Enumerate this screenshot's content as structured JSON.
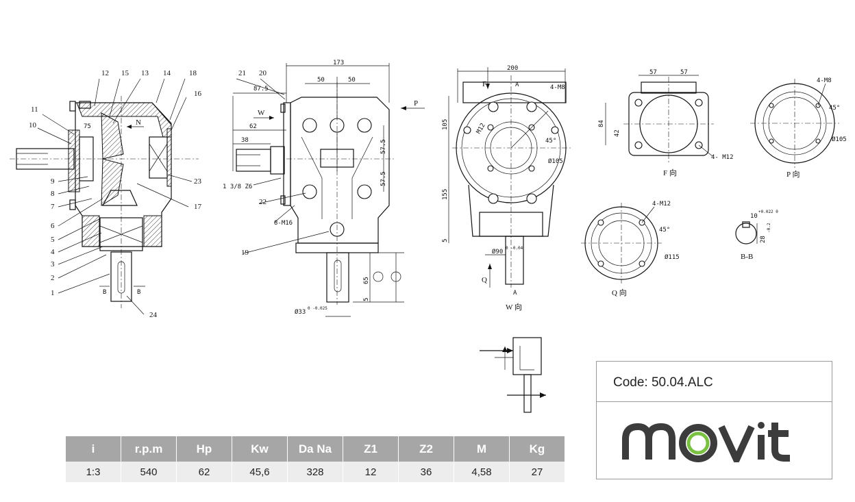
{
  "product_code": "Code: 50.04.ALC",
  "logo_text": "movit",
  "spec_table": {
    "headers": [
      "i",
      "r.p.m",
      "Hp",
      "Kw",
      "Da Na",
      "Z1",
      "Z2",
      "M",
      "Kg"
    ],
    "row": [
      "1:3",
      "540",
      "62",
      "45,6",
      "328",
      "12",
      "36",
      "4,58",
      "27"
    ]
  },
  "part_numbers": [
    "1",
    "2",
    "3",
    "4",
    "5",
    "6",
    "7",
    "8",
    "9",
    "10",
    "11",
    "12",
    "13",
    "14",
    "15",
    "16",
    "17",
    "18",
    "19",
    "20",
    "21",
    "22",
    "23",
    "24"
  ],
  "dimensions": {
    "d173": "173",
    "d50a": "50",
    "d50b": "50",
    "d87_5": "87.5",
    "d38": "38",
    "d62": "62",
    "d57_5a": "57.5",
    "d57_5b": "57.5",
    "d65": "65",
    "d5a": "5",
    "spline": "1 3/8 Z6",
    "bolts_side": "8-M16",
    "shaft_dia": "Ø33",
    "shaft_tol": "0 -0.025",
    "d200": "200",
    "d105": "105",
    "d155": "155",
    "d5b": "5",
    "m8_front": "4-M8",
    "m12_front": "M12",
    "angle45a": "45°",
    "dia105a": "Ø105",
    "dia90": "Ø90",
    "dia90_tol": "0 -0.04",
    "d57c": "57",
    "d57d": "57",
    "d84": "84",
    "d42": "42",
    "m12_f": "4- M12",
    "m8_p": "4-M8",
    "angle45b": "45°",
    "dia105b": "Ø105",
    "m12_q": "4-M12",
    "angle45c": "45°",
    "dia115": "Ø115",
    "key10": "10",
    "key10_tol": "+0.022 0",
    "key28": "28",
    "key28_tol": "-0.2"
  },
  "view_labels": {
    "f": "F 向",
    "p": "P 向",
    "q": "Q 向",
    "w": "W 向",
    "bb": "B-B",
    "b1": "B",
    "b2": "B",
    "arrow_n": "N",
    "arrow_w": "W",
    "arrow_p": "P",
    "arrow_f": "F",
    "arrow_q": "Q",
    "sec_a1": "A",
    "sec_a2": "A",
    "d75": "75"
  },
  "colors": {
    "table_header_bg": "#a6a6a6",
    "table_row_bg": "#ededed",
    "logo_dark": "#3c3c3c",
    "logo_green": "#7ac143",
    "line": "#111111"
  }
}
